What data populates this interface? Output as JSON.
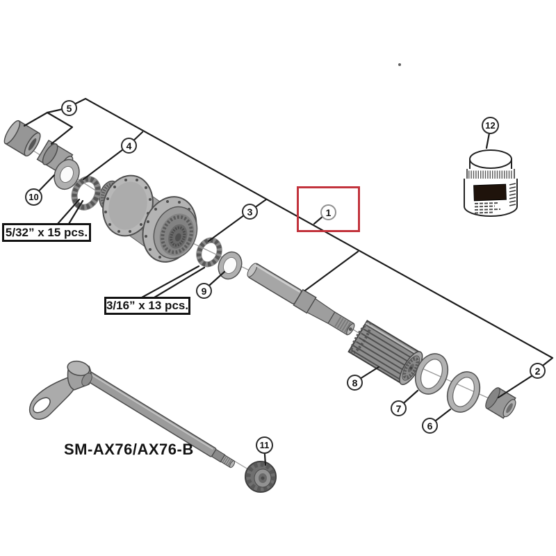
{
  "diagram": {
    "type": "exploded-parts-diagram",
    "model_label": "SM-AX76/AX76-B",
    "callouts": [
      "1",
      "2",
      "3",
      "4",
      "5",
      "6",
      "7",
      "8",
      "9",
      "10",
      "11",
      "12"
    ],
    "labels": {
      "small_bearing": "5/32” x 15 pcs.",
      "large_bearing": "3/16” x 13 pcs."
    },
    "highlight": {
      "color": "#c2333c",
      "target_callout": "1"
    },
    "palette": {
      "outline": "#1c1c1c",
      "metal_light": "#c6c6c6",
      "metal_mid": "#a3a3a3",
      "metal_dark": "#6f6f6f"
    }
  }
}
